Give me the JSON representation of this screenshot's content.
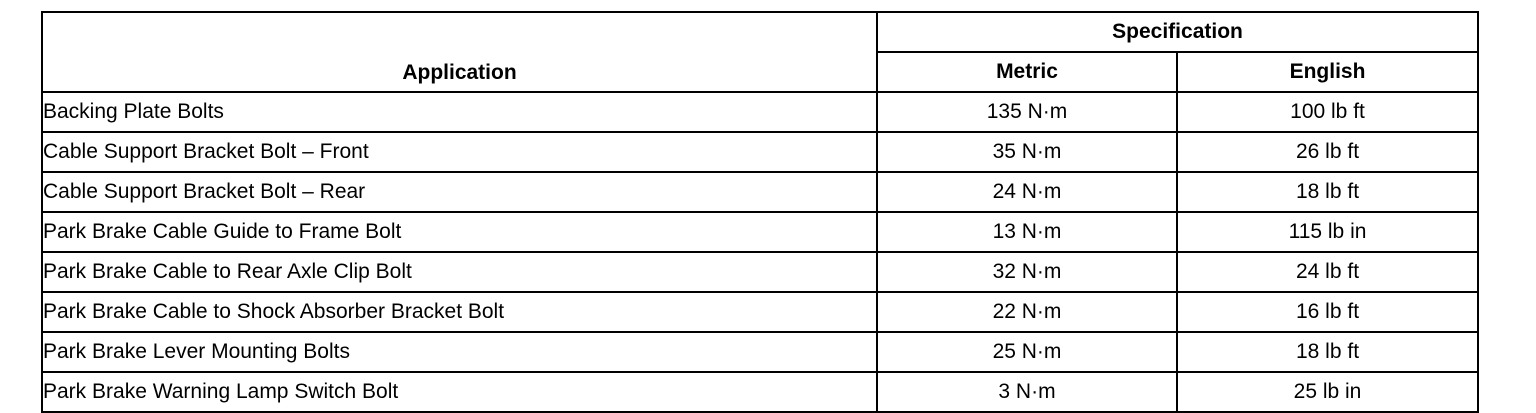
{
  "table": {
    "header": {
      "application": "Application",
      "specification": "Specification",
      "metric": "Metric",
      "english": "English"
    },
    "rows": [
      {
        "application": "Backing Plate Bolts",
        "metric": "135 N·m",
        "english": "100 lb ft"
      },
      {
        "application": "Cable Support Bracket Bolt – Front",
        "metric": "35 N·m",
        "english": "26 lb ft"
      },
      {
        "application": "Cable Support Bracket Bolt – Rear",
        "metric": "24 N·m",
        "english": "18 lb ft"
      },
      {
        "application": "Park Brake Cable Guide to Frame Bolt",
        "metric": "13 N·m",
        "english": "115 lb in"
      },
      {
        "application": "Park Brake Cable to Rear Axle Clip Bolt",
        "metric": "32 N·m",
        "english": "24 lb ft"
      },
      {
        "application": "Park Brake Cable to Shock Absorber Bracket Bolt",
        "metric": "22 N·m",
        "english": "16 lb ft"
      },
      {
        "application": "Park Brake Lever Mounting Bolts",
        "metric": "25 N·m",
        "english": "18 lb ft"
      },
      {
        "application": "Park Brake Warning Lamp Switch Bolt",
        "metric": "3 N·m",
        "english": "25 lb in"
      }
    ]
  }
}
